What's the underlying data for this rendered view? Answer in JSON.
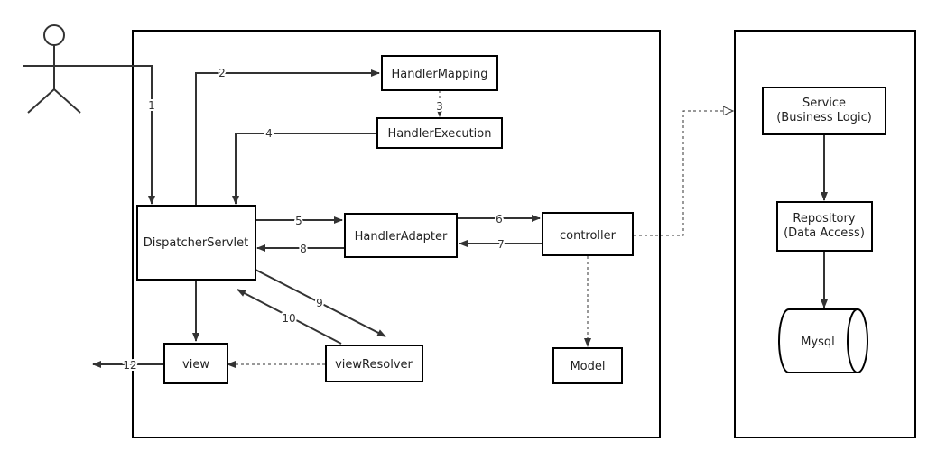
{
  "nodes": {
    "handler_mapping": "HandlerMapping",
    "handler_execution": "HandlerExecution",
    "dispatcher_servlet": "DispatcherServlet",
    "handler_adapter": "HandlerAdapter",
    "controller": "controller",
    "view": "view",
    "view_resolver": "viewResolver",
    "model": "Model",
    "service_line1": "Service",
    "service_line2": "(Business Logic)",
    "repository_line1": "Repository",
    "repository_line2": "(Data Access)",
    "mysql": "Mysql"
  },
  "steps": {
    "s1": "1",
    "s2": "2",
    "s3": "3",
    "s4": "4",
    "s5": "5",
    "s6": "6",
    "s7": "7",
    "s8": "8",
    "s9": "9",
    "s10": "10",
    "s12": "12"
  }
}
